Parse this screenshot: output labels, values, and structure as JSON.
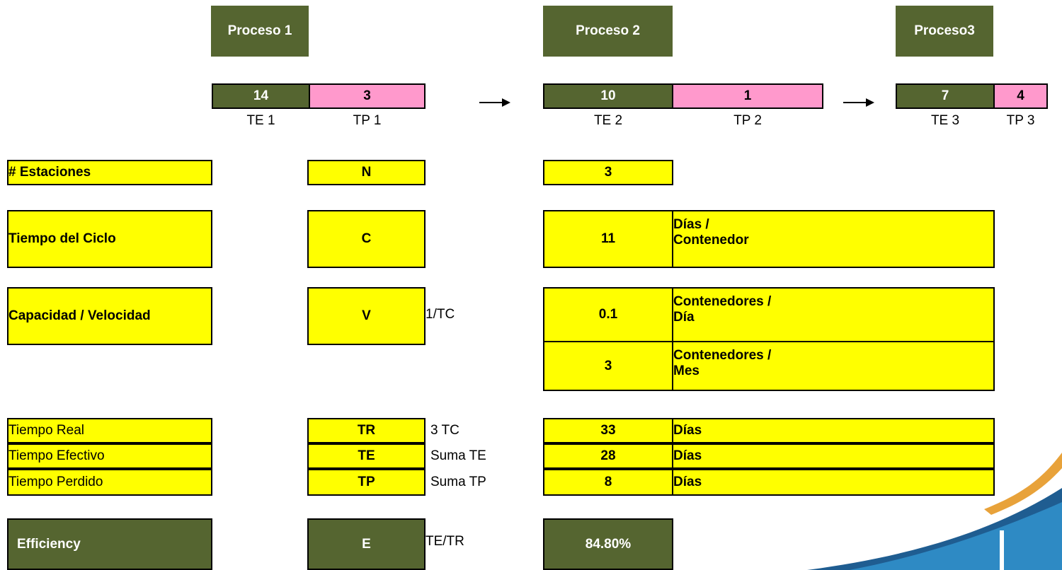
{
  "processes": [
    {
      "label": "Proceso 1"
    },
    {
      "label": "Proceso 2"
    },
    {
      "label": "Proceso3"
    }
  ],
  "bars": [
    {
      "te_value": "14",
      "tp_value": "3",
      "te_label": "TE 1",
      "tp_label": "TP 1"
    },
    {
      "te_value": "10",
      "tp_value": "1",
      "te_label": "TE 2",
      "tp_label": "TP 2"
    },
    {
      "te_value": "7",
      "tp_value": "4",
      "te_label": "TE 3",
      "tp_label": "TP 3"
    }
  ],
  "rows": {
    "estaciones": {
      "label": "# Estaciones",
      "symbol": "N",
      "value": "3"
    },
    "ciclo": {
      "label": "Tiempo del Ciclo",
      "symbol": "C",
      "value": "11",
      "unit_line1": "Días /",
      "unit_line2": "Contenedor"
    },
    "capacidad": {
      "label": "Capacidad / Velocidad",
      "symbol": "V",
      "formula": "1/TC",
      "value1": "0.1",
      "unit1_line1": "Contenedores /",
      "unit1_line2": "Día",
      "value2": "3",
      "unit2_line1": "Contenedores /",
      "unit2_line2": "Mes"
    },
    "real": {
      "label": "Tiempo Real",
      "symbol": "TR",
      "formula": "3 TC",
      "value": "33",
      "unit": "Días"
    },
    "efectivo": {
      "label": "Tiempo Efectivo",
      "symbol": "TE",
      "formula": "Suma TE",
      "value": "28",
      "unit": "Días"
    },
    "perdido": {
      "label": "Tiempo Perdido",
      "symbol": "TP",
      "formula": "Suma TP",
      "value": "8",
      "unit": "Días"
    },
    "efficiency": {
      "label": "Efficiency",
      "symbol": "E",
      "formula": "TE/TR",
      "value": "84.80%"
    }
  },
  "colors": {
    "green": "#556530",
    "pink": "#ff99cc",
    "yellow": "#ffff00"
  }
}
